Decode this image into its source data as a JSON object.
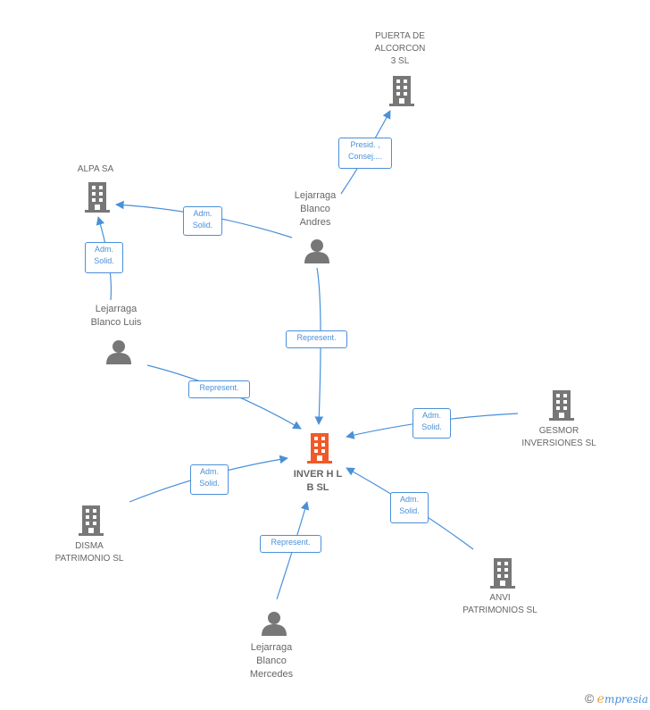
{
  "colors": {
    "edge": "#4a90d9",
    "node": "#777777",
    "focus": "#f05a28",
    "label": "#666666"
  },
  "nodes": {
    "puerta": {
      "label": "PUERTA DE\nALCORCON\n3 SL",
      "type": "company"
    },
    "alpa": {
      "label": "ALPA SA",
      "type": "company"
    },
    "andres": {
      "label": "Lejarraga\nBlanco\nAndres",
      "type": "person"
    },
    "luis": {
      "label": "Lejarraga\nBlanco Luis",
      "type": "person"
    },
    "inver": {
      "label": "INVER H L\nB SL",
      "type": "company-focus"
    },
    "gesmor": {
      "label": "GESMOR\nINVERSIONES SL",
      "type": "company"
    },
    "disma": {
      "label": "DISMA\nPATRIMONIO SL",
      "type": "company"
    },
    "anvi": {
      "label": "ANVI\nPATRIMONIOS SL",
      "type": "company"
    },
    "mercedes": {
      "label": "Lejarraga\nBlanco\nMercedes",
      "type": "person"
    }
  },
  "edges": {
    "andres_puerta": "Presid. ,\nConsej....",
    "andres_alpa": "Adm.\nSolid.",
    "luis_alpa": "Adm.\nSolid.",
    "andres_inver": "Represent.",
    "luis_inver": "Represent.",
    "gesmor_inver": "Adm.\nSolid.",
    "disma_inver": "Adm.\nSolid.",
    "anvi_inver": "Adm.\nSolid.",
    "mercedes_inver": "Represent."
  },
  "brand": {
    "copyright": "©",
    "first_letter": "e",
    "rest": "mpresia"
  }
}
